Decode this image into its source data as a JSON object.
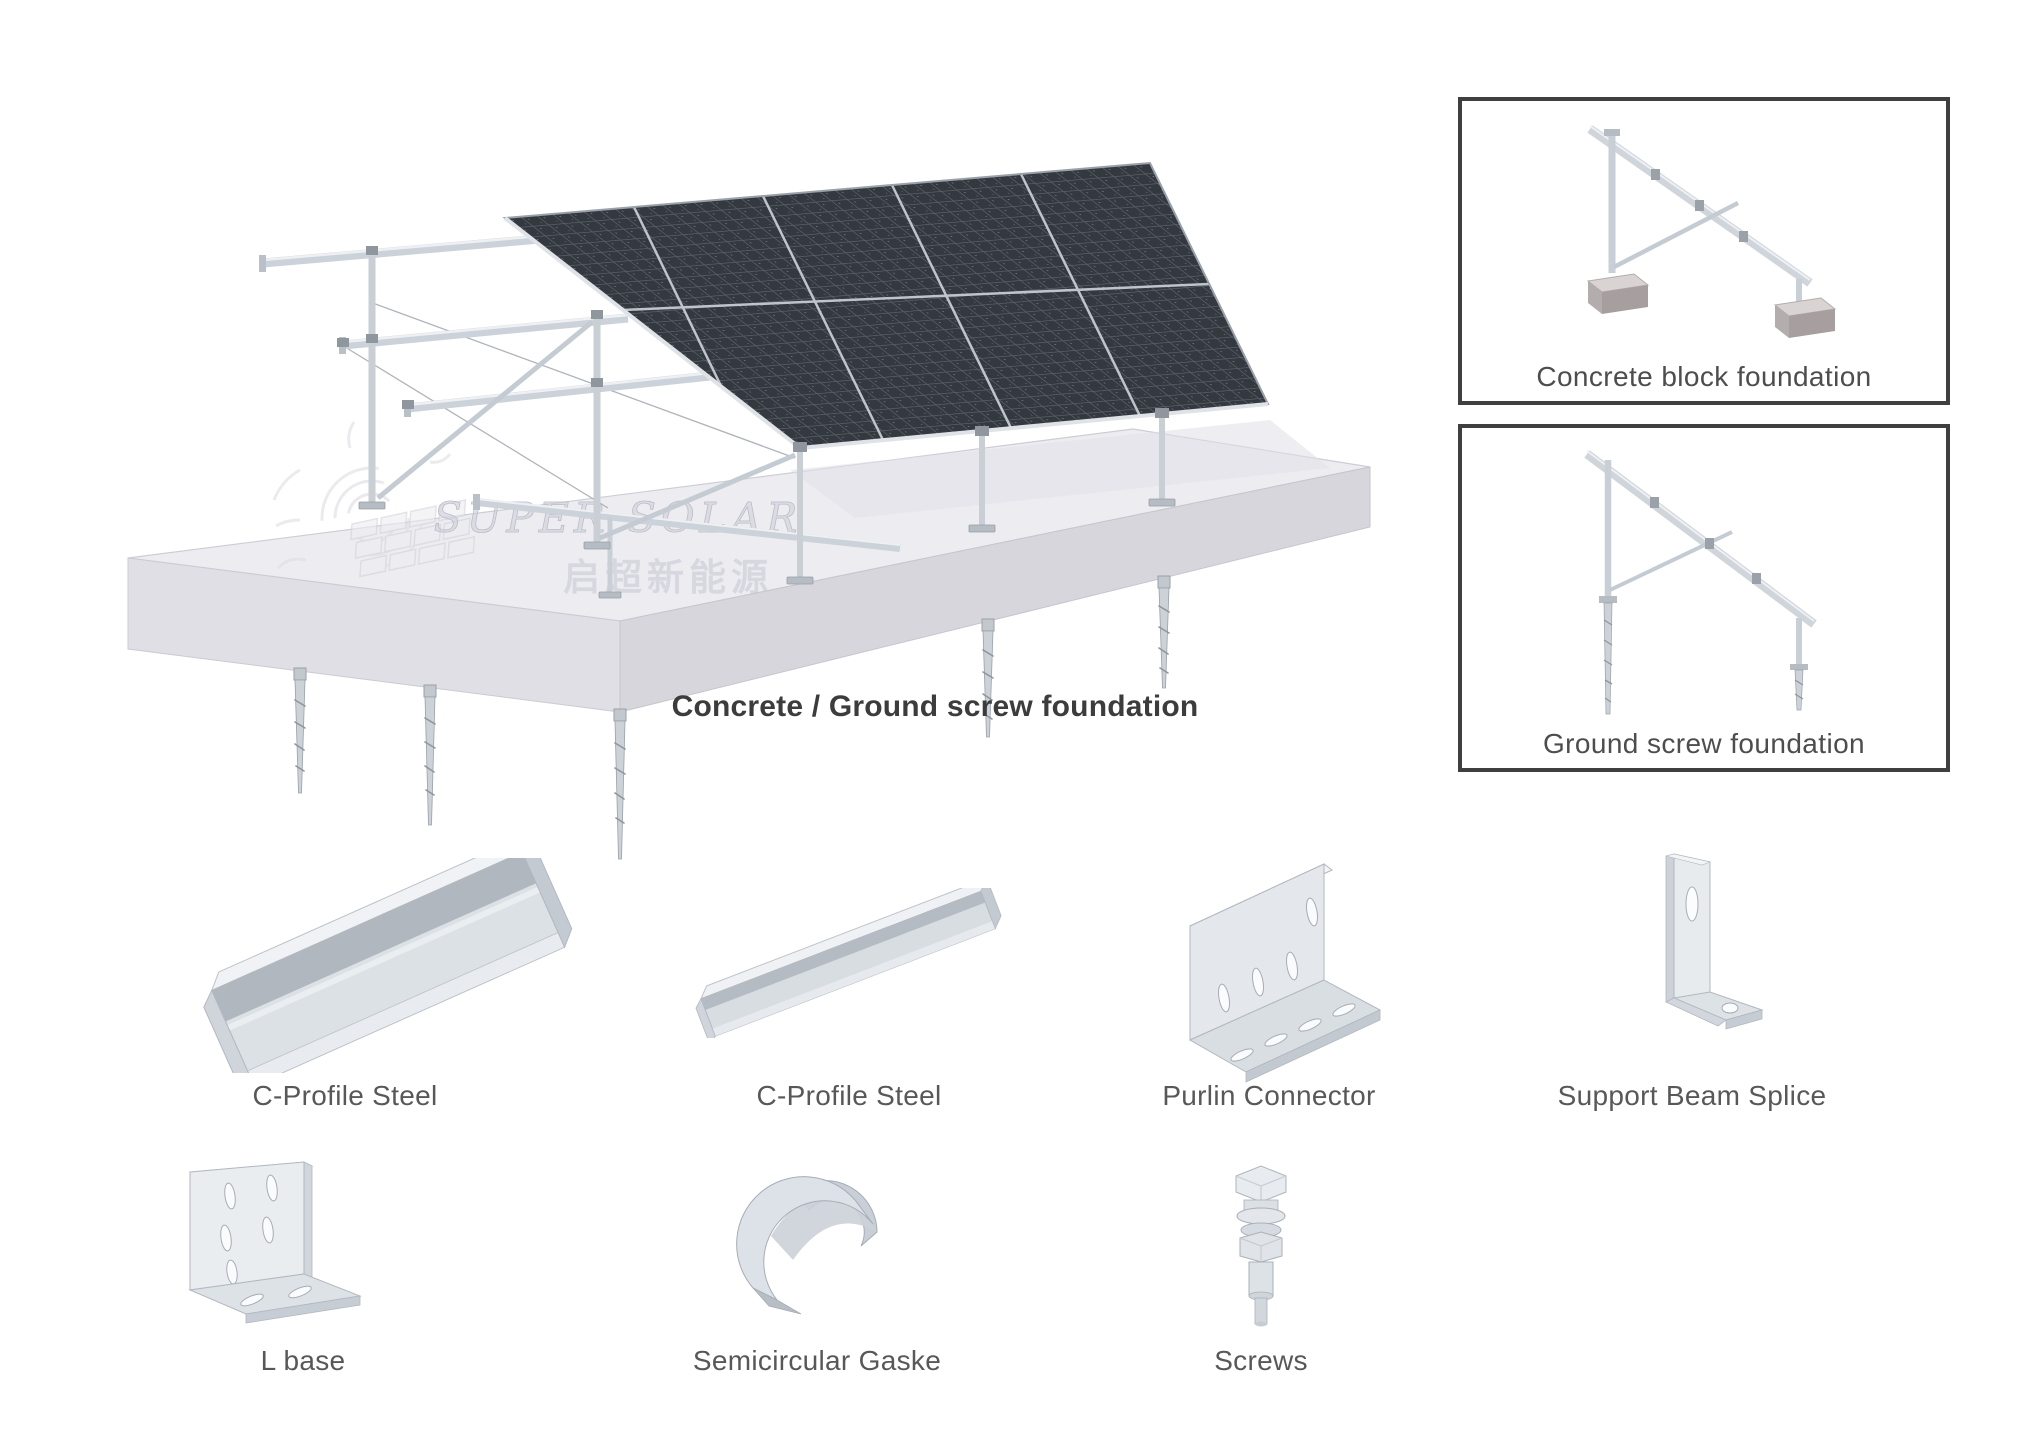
{
  "main_scene": {
    "caption": "Concrete / Ground screw foundation",
    "watermark_brand": "SUPER SOLAR",
    "watermark_brand_cn": "启超新能源"
  },
  "foundation_boxes": [
    {
      "label": "Concrete block foundation"
    },
    {
      "label": "Ground screw foundation"
    }
  ],
  "parts": [
    {
      "label": "C-Profile Steel"
    },
    {
      "label": "C-Profile Steel"
    },
    {
      "label": "Purlin Connector"
    },
    {
      "label": "Support Beam Splice"
    },
    {
      "label": "L base"
    },
    {
      "label": "Semicircular Gaske"
    },
    {
      "label": "Screws"
    }
  ],
  "colors": {
    "background": "#ffffff",
    "panel_dark": "#34383f",
    "panel_cell_grid": "#5b616b",
    "module_frame": "#c7ccd3",
    "steel_light": "#dce1e6",
    "steel_mid": "#ccd2d9",
    "slab_top": "#ededf1",
    "slab_side": "#dfdfe5",
    "concrete_block": "#d9d3d3",
    "box_border": "#3f3f3f",
    "caption_text": "#3c3c3c",
    "label_text": "#585858"
  }
}
